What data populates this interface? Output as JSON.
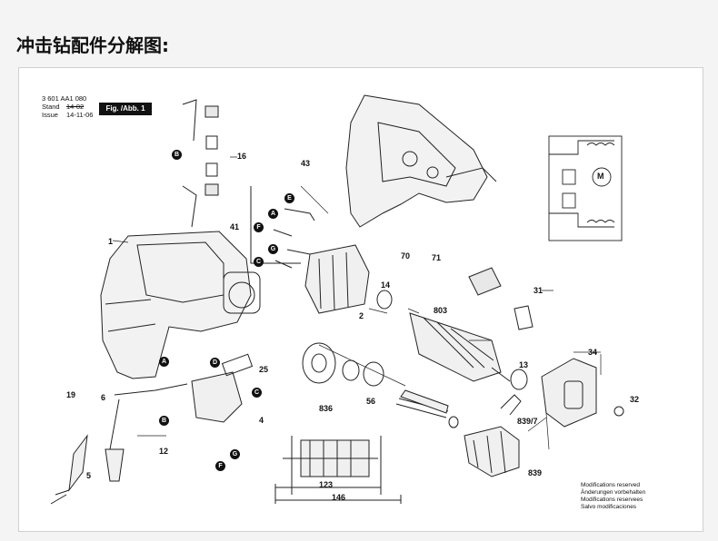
{
  "title": "冲击钻配件分解图:",
  "header": {
    "part_number": "3 601 AA1 080",
    "stand_label": "Stand",
    "issue_label": "Issue",
    "date_struck": "14-02",
    "date_current": "14-11-06",
    "fig_label": "Fig. /Abb. 1"
  },
  "part_labels": [
    "1",
    "2",
    "14",
    "16",
    "19",
    "25",
    "31",
    "32",
    "34",
    "41",
    "43",
    "70",
    "71",
    "803",
    "13",
    "836",
    "56",
    "4",
    "6",
    "12",
    "5",
    "839/7",
    "839",
    "123",
    "146"
  ],
  "letter_badges": [
    "B",
    "E",
    "A",
    "F",
    "G",
    "C",
    "A",
    "D",
    "C",
    "B",
    "F",
    "G"
  ],
  "dimensions": {
    "inner": "123",
    "outer": "146"
  },
  "motor_symbol": "M",
  "notes": [
    "Modifications reserved",
    "Änderungen vorbehalten",
    "Modifications reservees",
    "Salvo modificaciones"
  ]
}
